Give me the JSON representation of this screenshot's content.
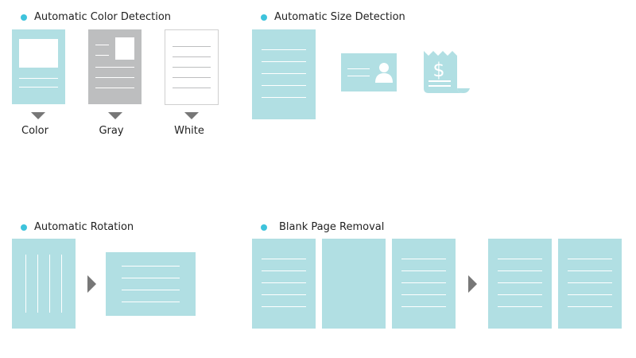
{
  "colors": {
    "accent_dot": "#3ec3dc",
    "doc_blue": "#b1dfe3",
    "doc_gray": "#bdbebf",
    "arrow": "#777777"
  },
  "sections": {
    "color_detection": {
      "title": "Automatic Color Detection",
      "captions": [
        "Color",
        "Gray",
        "White"
      ]
    },
    "size_detection": {
      "title": "Automatic Size Detection"
    },
    "rotation": {
      "title": "Automatic Rotation"
    },
    "blank_removal": {
      "title": "Blank Page Removal"
    }
  },
  "icons": {
    "id_card": "person-icon",
    "receipt": "dollar-sign-icon"
  }
}
